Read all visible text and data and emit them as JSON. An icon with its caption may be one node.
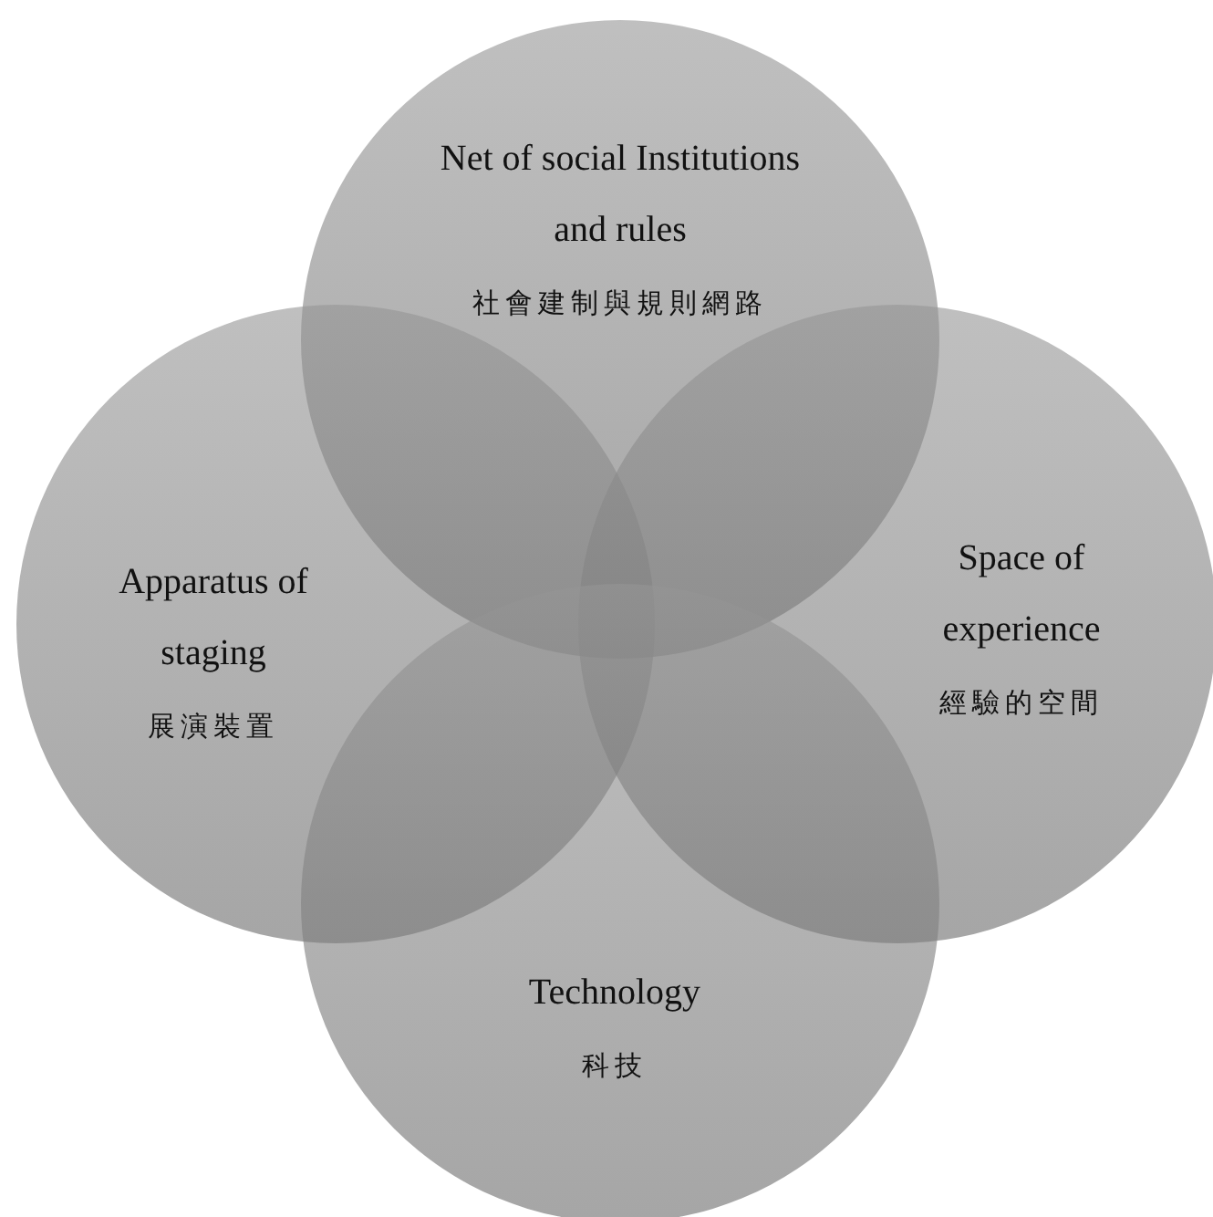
{
  "diagram": {
    "nodes": [
      {
        "text": [
          "Net of social Institutions and rules",
          "社會建制與規則網路"
        ]
      },
      {
        "text": [
          "Apparatus of staging",
          "展演裝置"
        ]
      },
      {
        "text": [
          "Space of experience",
          "經驗的空間"
        ]
      },
      {
        "text": [
          "Technology",
          "科技"
        ]
      }
    ]
  }
}
